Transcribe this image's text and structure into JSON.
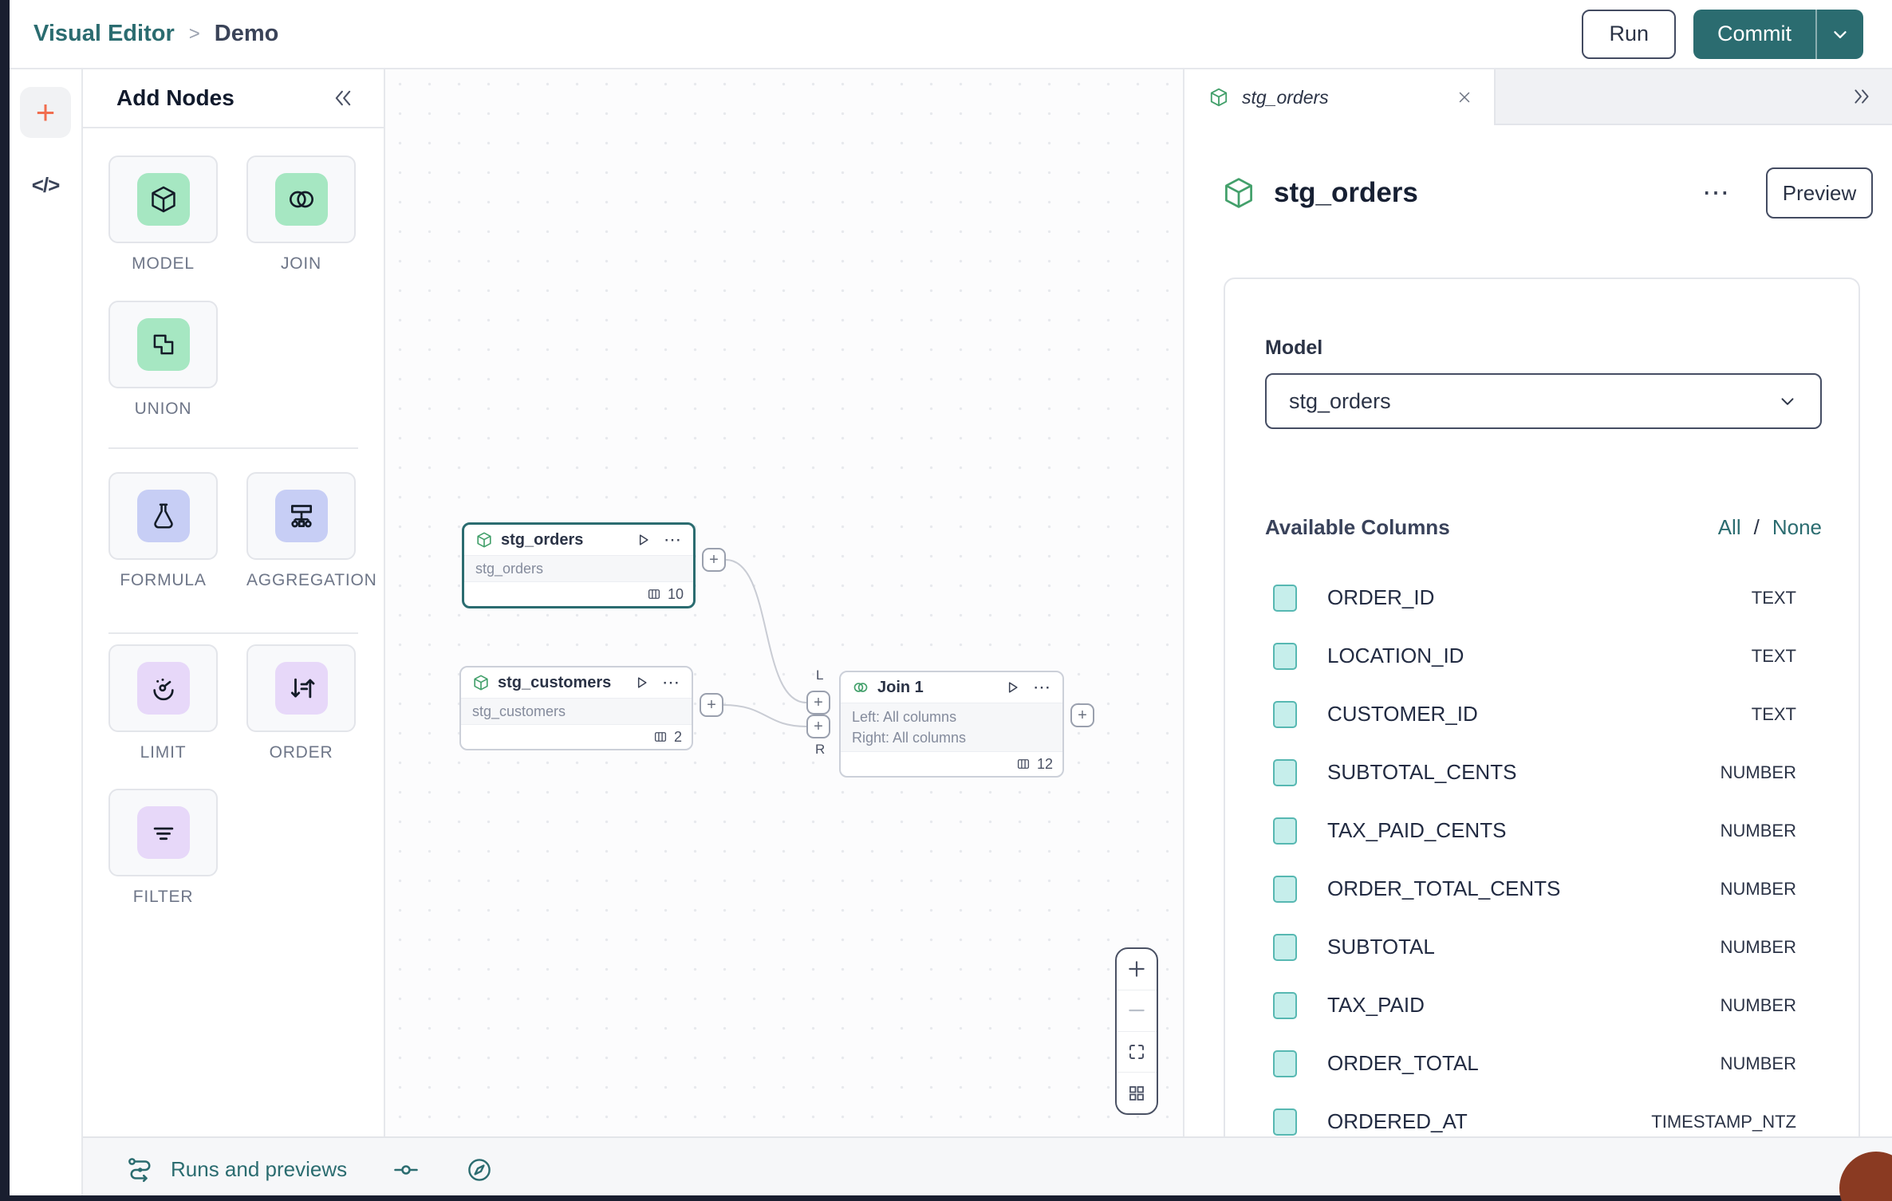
{
  "colors": {
    "teal": "#2b6c70",
    "green": "#43a06b",
    "orange_plus": "#f16d4e",
    "dark_edge": "#191e2f",
    "tile_green_bg": "#a6e7c2",
    "tile_periwinkle_bg": "#c7cef5",
    "tile_purple_bg": "#e7d8f9",
    "checkbox_fill": "#c6eeeb",
    "checkbox_border": "#57b8b2"
  },
  "topbar": {
    "breadcrumb_root": "Visual Editor",
    "breadcrumb_sep": ">",
    "breadcrumb_current": "Demo",
    "run_label": "Run",
    "commit_label": "Commit"
  },
  "left_rail": {
    "plus_label": "+",
    "code_label": "</>"
  },
  "add_nodes": {
    "title": "Add Nodes",
    "tiles": [
      {
        "label": "MODEL"
      },
      {
        "label": "JOIN"
      },
      {
        "label": "UNION"
      },
      {
        "label": "FORMULA"
      },
      {
        "label": "AGGREGATION"
      },
      {
        "label": "LIMIT"
      },
      {
        "label": "ORDER"
      },
      {
        "label": "FILTER"
      }
    ]
  },
  "canvas": {
    "nodes": [
      {
        "title": "stg_orders",
        "subtitle": "stg_orders",
        "column_count": "10"
      },
      {
        "title": "stg_customers",
        "subtitle": "stg_customers",
        "column_count": "2"
      },
      {
        "title": "Join 1",
        "detail_line_1": "Left: All columns",
        "detail_line_2": "Right: All columns",
        "column_count": "12"
      }
    ],
    "port_plus": "+",
    "port_left_label": "L",
    "port_right_label": "R"
  },
  "tab_strip": {
    "active_tab": "stg_orders"
  },
  "inspector": {
    "title": "stg_orders",
    "preview_label": "Preview",
    "model_label": "Model",
    "model_value": "stg_orders",
    "available_columns_label": "Available Columns",
    "all_label": "All",
    "slash": "/",
    "none_label": "None",
    "columns": [
      {
        "name": "ORDER_ID",
        "type": "TEXT"
      },
      {
        "name": "LOCATION_ID",
        "type": "TEXT"
      },
      {
        "name": "CUSTOMER_ID",
        "type": "TEXT"
      },
      {
        "name": "SUBTOTAL_CENTS",
        "type": "NUMBER"
      },
      {
        "name": "TAX_PAID_CENTS",
        "type": "NUMBER"
      },
      {
        "name": "ORDER_TOTAL_CENTS",
        "type": "NUMBER"
      },
      {
        "name": "SUBTOTAL",
        "type": "NUMBER"
      },
      {
        "name": "TAX_PAID",
        "type": "NUMBER"
      },
      {
        "name": "ORDER_TOTAL",
        "type": "NUMBER"
      },
      {
        "name": "ORDERED_AT",
        "type": "TIMESTAMP_NTZ"
      }
    ]
  },
  "statusbar": {
    "runs_label": "Runs and previews"
  }
}
